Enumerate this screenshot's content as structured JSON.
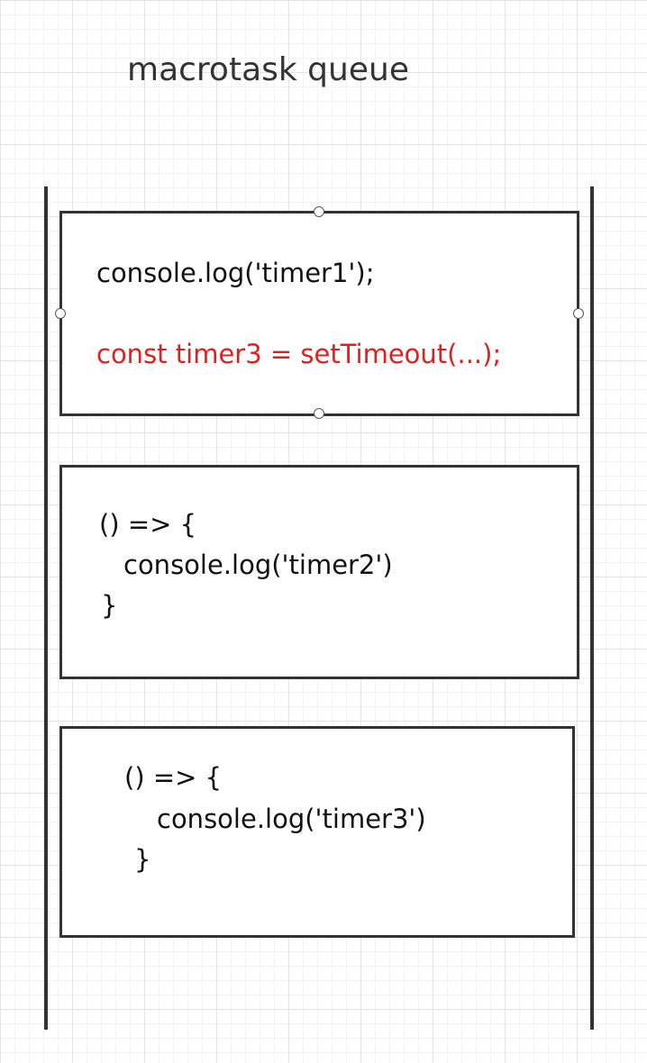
{
  "title": "macrotask queue",
  "tasks": [
    {
      "lines": [
        {
          "text": "console.log('timer1');",
          "color": "#111111"
        },
        {
          "text": "const timer3 = setTimeout(...);",
          "color": "#e02020"
        }
      ]
    },
    {
      "lines": [
        {
          "text": "() => {",
          "color": "#111111"
        },
        {
          "text": "console.log('timer2')",
          "color": "#111111"
        },
        {
          "text": "}",
          "color": "#111111"
        }
      ]
    },
    {
      "lines": [
        {
          "text": "() => {",
          "color": "#111111"
        },
        {
          "text": "console.log('timer3')",
          "color": "#111111"
        },
        {
          "text": "}",
          "color": "#111111"
        }
      ]
    }
  ],
  "colors": {
    "border": "#333333",
    "highlight": "#e02020",
    "grid": "#e3e3e3"
  }
}
